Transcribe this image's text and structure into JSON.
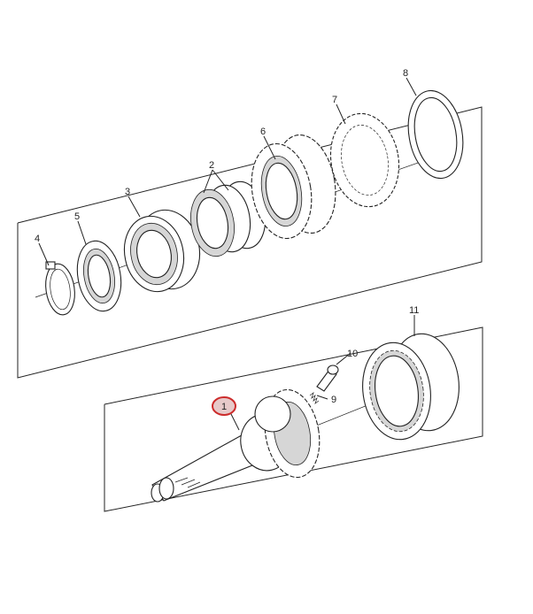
{
  "diagram": {
    "highlight_color": "#cc2b2b",
    "highlighted_part": "1",
    "callouts": [
      {
        "id": "c1",
        "label": "1"
      },
      {
        "id": "c2",
        "label": "2"
      },
      {
        "id": "c3",
        "label": "3"
      },
      {
        "id": "c4",
        "label": "4"
      },
      {
        "id": "c5",
        "label": "5"
      },
      {
        "id": "c6",
        "label": "6"
      },
      {
        "id": "c7",
        "label": "7"
      },
      {
        "id": "c8",
        "label": "8"
      },
      {
        "id": "c9",
        "label": "9"
      },
      {
        "id": "c10",
        "label": "10"
      },
      {
        "id": "c11",
        "label": "11"
      }
    ]
  }
}
